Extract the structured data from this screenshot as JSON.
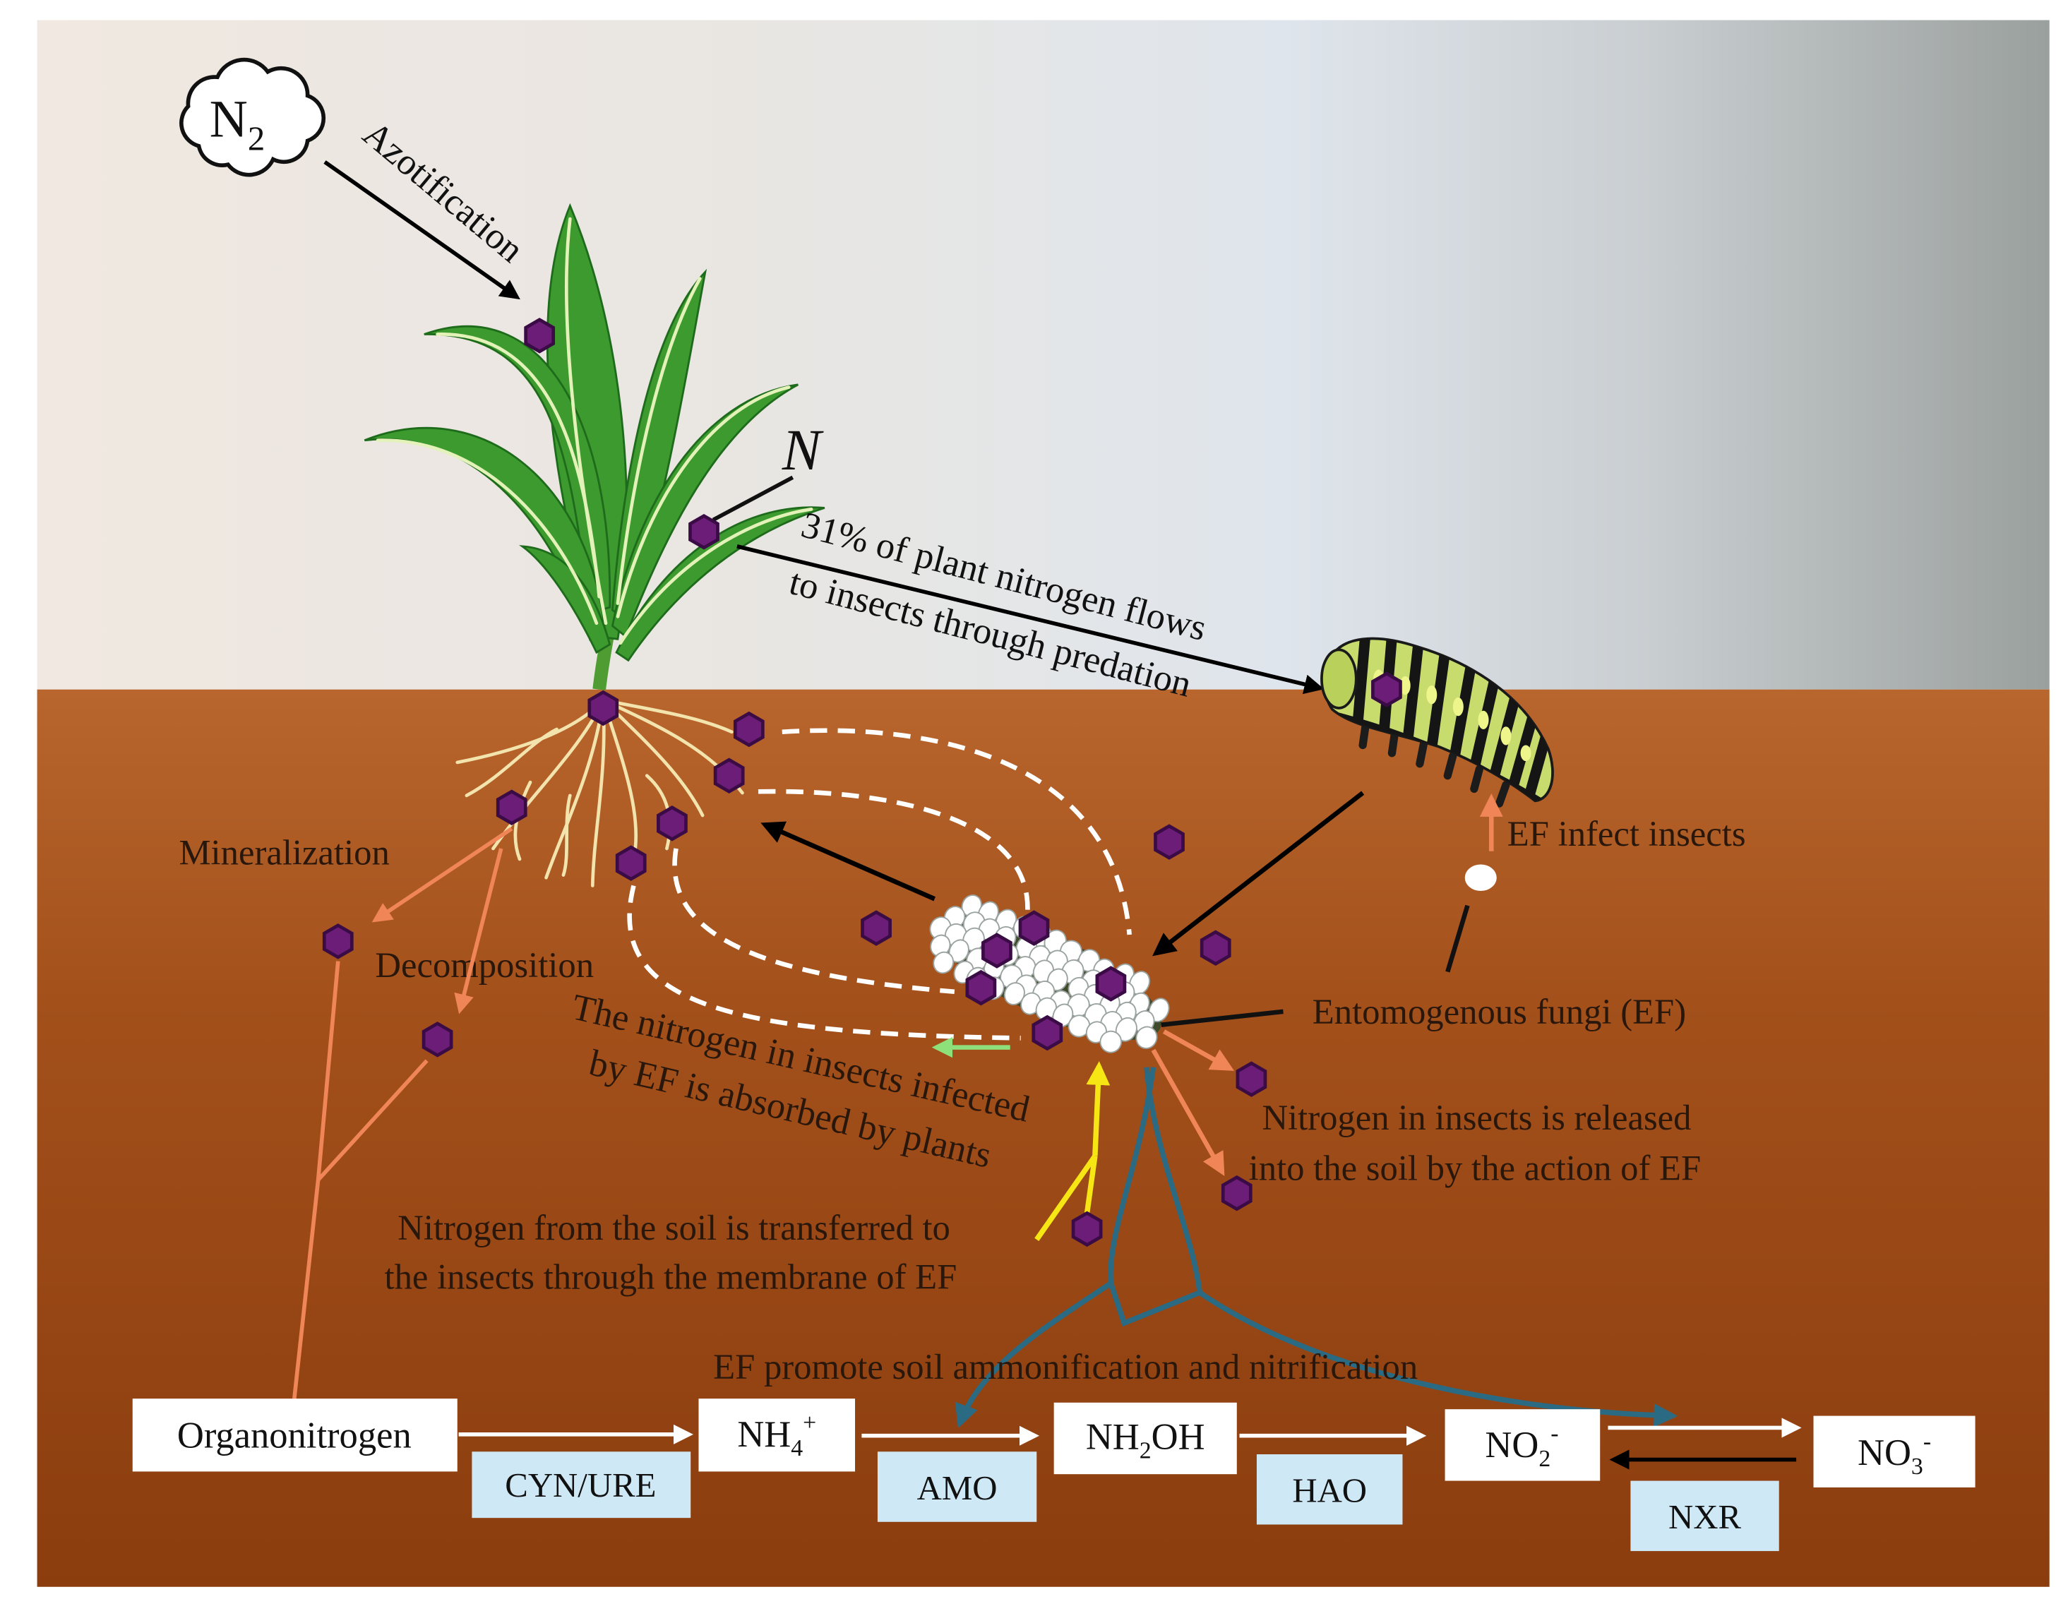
{
  "diagram": {
    "sky": {
      "n2_cloud": {
        "base": "N",
        "sub": "2"
      },
      "azotification_label": "Azotification",
      "nitrogen_label": "N",
      "predation_label": {
        "line1": "31% of plant nitrogen flows",
        "line2": "to insects through predation"
      }
    },
    "soil": {
      "mineralization_label": "Mineralization",
      "decomposition_label": "Decomposition",
      "ef_infect_label": "EF infect insects",
      "ef_label": "Entomogenous fungi (EF)",
      "absorbed_label": {
        "line1": "The nitrogen in insects infected",
        "line2": "by EF is absorbed by plants"
      },
      "released_label": {
        "line1": "Nitrogen in insects is released",
        "line2": "into the soil by the action of EF"
      },
      "transferred_label": {
        "line1": "Nitrogen from the soil is transferred to",
        "line2": "the insects through the membrane of EF"
      },
      "ammonification_label": "EF promote soil ammonification and nitrification"
    },
    "cycle": {
      "compounds": [
        {
          "base": "Organonitrogen"
        },
        {
          "base": "NH",
          "sub": "4",
          "sup": "+"
        },
        {
          "base": "NH",
          "sub": "2",
          "tail": "OH"
        },
        {
          "base": "NO",
          "sub": "2",
          "sup": "-"
        },
        {
          "base": "NO",
          "sub": "3",
          "sup": "-"
        }
      ],
      "enzymes": [
        "CYN/URE",
        "AMO",
        "HAO",
        "NXR"
      ]
    }
  },
  "colors": {
    "nitrogen_marker": "#6b1d78",
    "nitrogen_marker_outline": "#3a0b45",
    "flow_arrow": "#000000",
    "decomposition_arrow": "#f08658",
    "membrane_transfer_arrow": "#f5e614",
    "ammonification_arrow": "#2b6a83",
    "absorption_arrow": "#8ee07a",
    "enzyme_box": "#cfe8f6",
    "compound_box": "#ffffff"
  }
}
